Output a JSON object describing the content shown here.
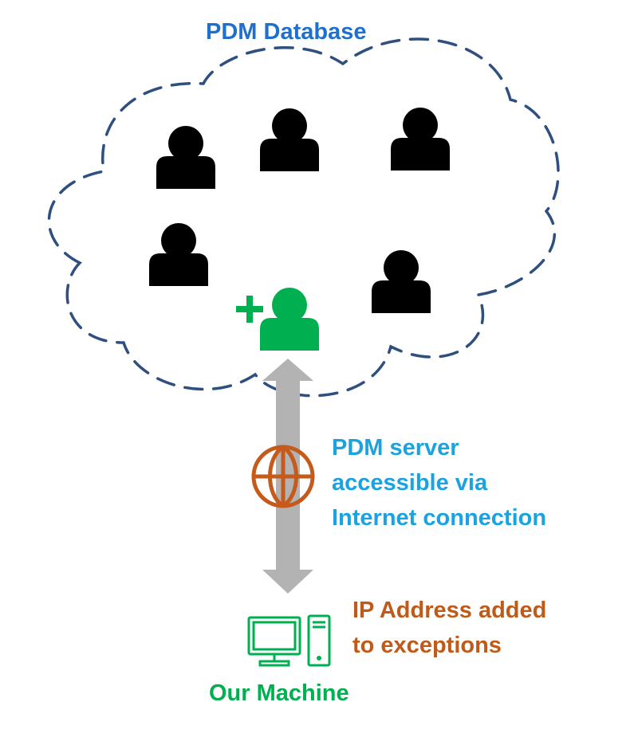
{
  "cloud": {
    "title": "PDM Database"
  },
  "link": {
    "label_lines": [
      "PDM server",
      "accessible via",
      "Internet connection"
    ],
    "icon": "globe-icon"
  },
  "exception": {
    "label_lines": [
      "IP Address added",
      "to exceptions"
    ]
  },
  "machine": {
    "label": "Our Machine",
    "icon": "computer-icon"
  },
  "colors": {
    "cloud_outline": "#2f4f7f",
    "title_blue": "#1f6fcf",
    "link_blue": "#1aa3e0",
    "globe_orange": "#c55a1a",
    "exception_orange": "#c05a18",
    "green": "#00b050",
    "arrow_gray": "#b3b3b3",
    "user_black": "#000000"
  }
}
